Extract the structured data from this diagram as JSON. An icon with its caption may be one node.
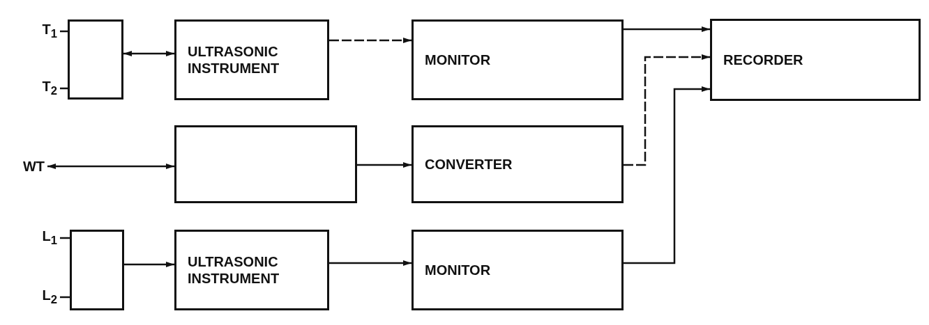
{
  "diagram": {
    "nodes": [
      {
        "text": [
          "T$_{1}$"
        ]
      },
      {
        "text": [
          "T$_{2}$"
        ]
      },
      {
        "text": [],
        "shape": "box"
      },
      {
        "text": [
          "ULTRASONIC INSTRUMENT"
        ]
      },
      {
        "text": [
          "MONITOR"
        ]
      },
      {
        "text": [
          "RECORDER"
        ]
      },
      {
        "text": [
          "WT"
        ]
      },
      {
        "text": [],
        "shape": "box"
      },
      {
        "text": [
          "CONVERTER"
        ]
      },
      {
        "text": [
          "L$_{1}$"
        ]
      },
      {
        "text": [
          "L$_{2}$"
        ]
      },
      {
        "text": [],
        "shape": "box"
      },
      {
        "text": [
          "ULTRASONIC INSTRUMENT"
        ]
      },
      {
        "text": [
          "MONITOR"
        ]
      }
    ],
    "edges": [
      {
        "from": 0,
        "to": 2,
        "arrow": "none"
      },
      {
        "from": 1,
        "to": 2,
        "arrow": "none"
      },
      {
        "from": 2,
        "to": 3,
        "arrow": "both"
      },
      {
        "from": 3,
        "to": 4,
        "arrow": "to",
        "style": "dashed"
      },
      {
        "from": 4,
        "to": 5,
        "arrow": "to"
      },
      {
        "from": 6,
        "to": 7,
        "arrow": "both"
      },
      {
        "from": 7,
        "to": 8,
        "arrow": "to"
      },
      {
        "from": 8,
        "to": 5,
        "arrow": "to",
        "style": "dashed"
      },
      {
        "from": 9,
        "to": 11,
        "arrow": "none"
      },
      {
        "from": 10,
        "to": 11,
        "arrow": "none"
      },
      {
        "from": 11,
        "to": 12,
        "arrow": "to"
      },
      {
        "from": 12,
        "to": 13,
        "arrow": "to"
      },
      {
        "from": 13,
        "to": 5,
        "arrow": "to"
      }
    ]
  }
}
